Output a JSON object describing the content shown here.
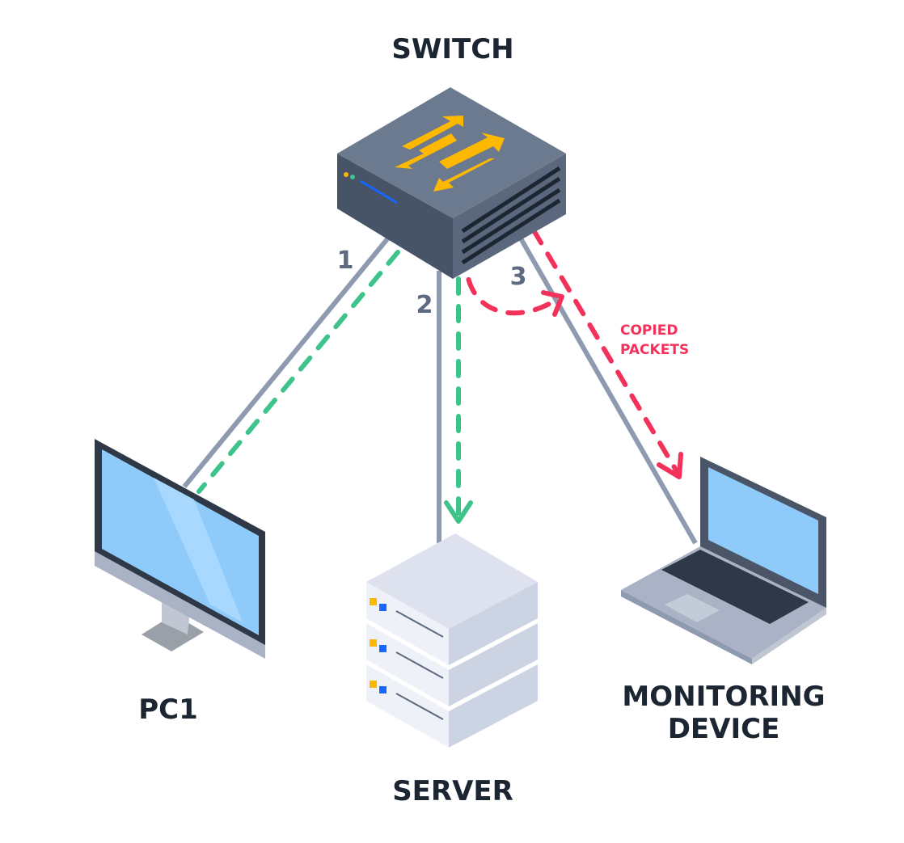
{
  "labels": {
    "switch": "SWITCH",
    "pc": "PC1",
    "server": "SERVER",
    "monitor_line1": "MONITORING",
    "monitor_line2": "DEVICE"
  },
  "ports": [
    "1",
    "2",
    "3"
  ],
  "annotation": {
    "line1": "COPIED",
    "line2": "PACKETS"
  },
  "colors": {
    "cable": "#8e9ab0",
    "normal_traffic": "#3ec48a",
    "mirrored_traffic": "#f2325a",
    "switch_top": "#6c7a8f",
    "switch_side": "#475468",
    "arrows": "#ffb800",
    "screen": "#8ecbfb"
  }
}
